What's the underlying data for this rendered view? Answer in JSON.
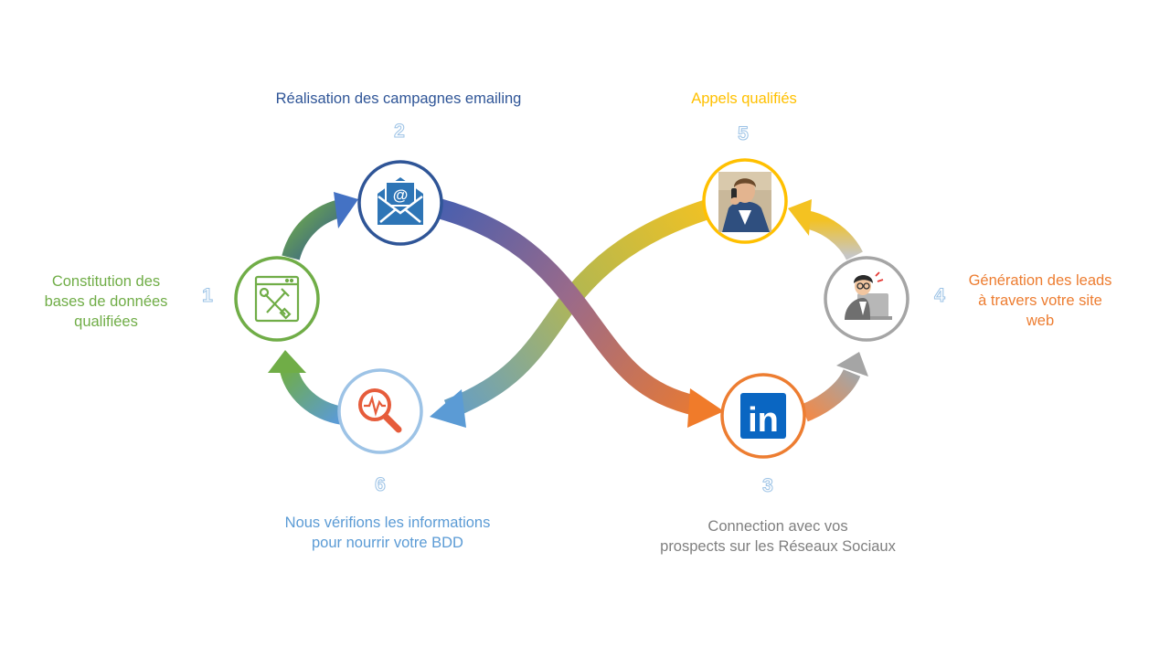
{
  "steps": [
    {
      "number": "1",
      "label": "Constitution des\nbases de données\nqualifiées",
      "color": "#70ad47",
      "icon": "tools-window-icon"
    },
    {
      "number": "2",
      "label": "Réalisation des campagnes emailing",
      "color": "#2f5597",
      "icon": "email-icon"
    },
    {
      "number": "3",
      "label": "Connection avec vos\nprospects sur les Réseaux Sociaux",
      "color": "#7f7f7f",
      "icon": "linkedin-icon",
      "icon_text": "in"
    },
    {
      "number": "4",
      "label": "Génération des leads\nà travers votre site\nweb",
      "color": "#ed7d31",
      "icon": "web-lead-person-icon"
    },
    {
      "number": "5",
      "label": "Appels qualifiés",
      "color": "#ffc000",
      "icon": "phone-call-person-icon"
    },
    {
      "number": "6",
      "label": "Nous vérifions les informations\npour nourrir votre BDD",
      "color": "#5b9bd5",
      "icon": "magnifier-analytics-icon"
    }
  ],
  "circle_colors": {
    "step1": "#70ad47",
    "step2": "#2f5597",
    "step3": "#ed7d31",
    "step4": "#a5a5a5",
    "step5": "#ffc000",
    "step6": "#5b9bd5"
  }
}
